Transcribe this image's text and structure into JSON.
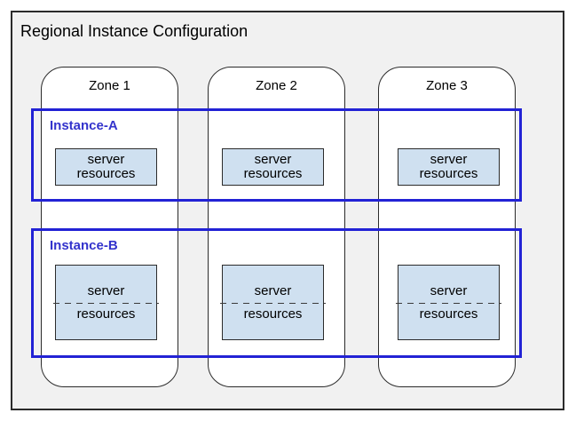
{
  "diagram": {
    "title": "Regional Instance Configuration",
    "zones": [
      {
        "label": "Zone 1"
      },
      {
        "label": "Zone 2"
      },
      {
        "label": "Zone 3"
      }
    ],
    "instances": [
      {
        "label": "Instance-A",
        "resources": [
          {
            "line1": "server",
            "line2": "resources"
          },
          {
            "line1": "server",
            "line2": "resources"
          },
          {
            "line1": "server",
            "line2": "resources"
          }
        ]
      },
      {
        "label": "Instance-B",
        "split_marker": "dashed-divider",
        "resources": [
          {
            "line1": "server",
            "line2": "resources"
          },
          {
            "line1": "server",
            "line2": "resources"
          },
          {
            "line1": "server",
            "line2": "resources"
          }
        ]
      }
    ],
    "colors": {
      "region_fill": "#f1f1f1",
      "zone_fill": "#ffffff",
      "outline": "#2b2b2b",
      "instance_border": "#2222d5",
      "instance_label": "#3333cc",
      "resource_fill": "#cfe0f0"
    }
  }
}
